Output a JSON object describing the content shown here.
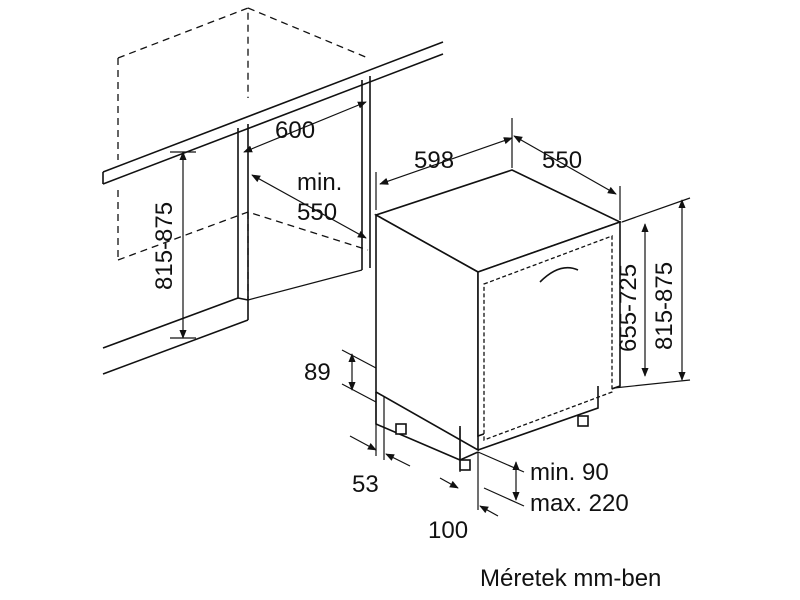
{
  "labels": {
    "cabinet_width": "600",
    "niche_depth_line1": "min.",
    "niche_depth_line2": "550",
    "niche_height": "815-875",
    "appliance_width": "598",
    "appliance_depth": "550",
    "appliance_height": "815-875",
    "door_height": "655-725",
    "plinth_height": "89",
    "plinth_recess": "53",
    "plinth_gap_line1": "min. 90",
    "plinth_gap_line2": "max. 220",
    "plinth_offset": "100",
    "units_note": "Méretek mm-ben"
  }
}
